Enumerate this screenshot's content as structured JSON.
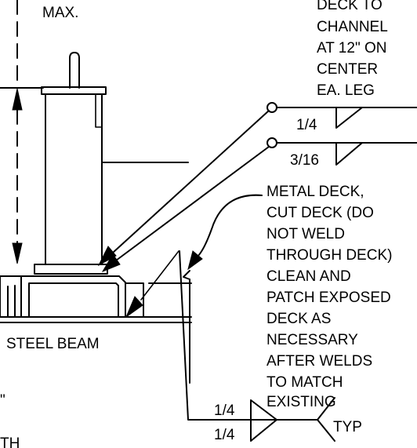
{
  "labels": {
    "max": "MAX.",
    "deck_note": [
      "DECK TO",
      "CHANNEL",
      "AT 12\" ON",
      "CENTER",
      "EA. LEG"
    ],
    "weld_1": "1/4",
    "weld_2": "3/16",
    "metal_deck_note": [
      "METAL DECK,",
      "CUT DECK (DO",
      "NOT WELD",
      "THROUGH DECK)",
      "CLEAN AND",
      "PATCH EXPOSED",
      "DECK AS",
      "NECESSARY",
      "AFTER WELDS",
      "TO MATCH",
      "EXISTING"
    ],
    "steel_beam": "STEEL BEAM",
    "bottom_weld_top": "1/4",
    "bottom_weld_bottom": "1/4",
    "typ": "TYP",
    "partial_left_1": "\"",
    "partial_left_2": "TH"
  }
}
